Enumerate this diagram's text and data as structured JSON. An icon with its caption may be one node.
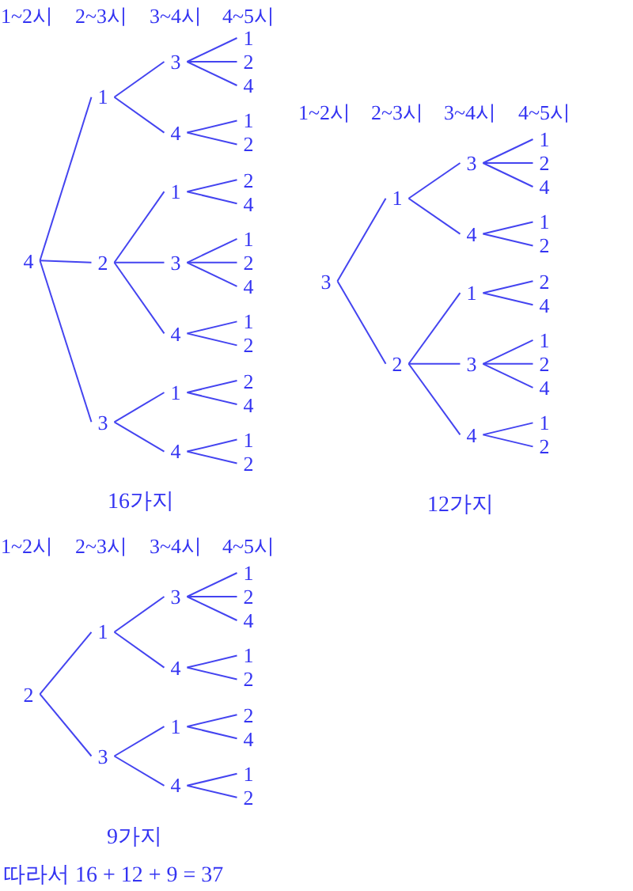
{
  "diagram": {
    "nodes": [
      {
        "text": [
          "4"
        ]
      },
      {
        "text": [
          "1"
        ]
      },
      {
        "text": [
          "3"
        ]
      },
      {
        "text": [
          "1"
        ]
      },
      {
        "text": [
          "2"
        ]
      },
      {
        "text": [
          "4"
        ]
      },
      {
        "text": [
          "4"
        ]
      },
      {
        "text": [
          "1"
        ]
      },
      {
        "text": [
          "2"
        ]
      },
      {
        "text": [
          "2"
        ]
      },
      {
        "text": [
          "1"
        ]
      },
      {
        "text": [
          "2"
        ]
      },
      {
        "text": [
          "4"
        ]
      },
      {
        "text": [
          "3"
        ]
      },
      {
        "text": [
          "1"
        ]
      },
      {
        "text": [
          "2"
        ]
      },
      {
        "text": [
          "4"
        ]
      },
      {
        "text": [
          "4"
        ]
      },
      {
        "text": [
          "1"
        ]
      },
      {
        "text": [
          "2"
        ]
      },
      {
        "text": [
          "3"
        ]
      },
      {
        "text": [
          "1"
        ]
      },
      {
        "text": [
          "2"
        ]
      },
      {
        "text": [
          "4"
        ]
      },
      {
        "text": [
          "4"
        ]
      },
      {
        "text": [
          "1"
        ]
      },
      {
        "text": [
          "2"
        ]
      },
      {
        "text": [
          "3"
        ]
      },
      {
        "text": [
          "1"
        ]
      },
      {
        "text": [
          "3"
        ]
      },
      {
        "text": [
          "1"
        ]
      },
      {
        "text": [
          "2"
        ]
      },
      {
        "text": [
          "4"
        ]
      },
      {
        "text": [
          "4"
        ]
      },
      {
        "text": [
          "1"
        ]
      },
      {
        "text": [
          "2"
        ]
      },
      {
        "text": [
          "2"
        ]
      },
      {
        "text": [
          "1"
        ]
      },
      {
        "text": [
          "2"
        ]
      },
      {
        "text": [
          "4"
        ]
      },
      {
        "text": [
          "3"
        ]
      },
      {
        "text": [
          "1"
        ]
      },
      {
        "text": [
          "2"
        ]
      },
      {
        "text": [
          "4"
        ]
      },
      {
        "text": [
          "4"
        ]
      },
      {
        "text": [
          "1"
        ]
      },
      {
        "text": [
          "2"
        ]
      },
      {
        "text": [
          "2"
        ]
      },
      {
        "text": [
          "1"
        ]
      },
      {
        "text": [
          "3"
        ]
      },
      {
        "text": [
          "1"
        ]
      },
      {
        "text": [
          "2"
        ]
      },
      {
        "text": [
          "4"
        ]
      },
      {
        "text": [
          "4"
        ]
      },
      {
        "text": [
          "1"
        ]
      },
      {
        "text": [
          "2"
        ]
      },
      {
        "text": [
          "3"
        ]
      },
      {
        "text": [
          "1"
        ]
      },
      {
        "text": [
          "2"
        ]
      },
      {
        "text": [
          "4"
        ]
      },
      {
        "text": [
          "4"
        ]
      },
      {
        "text": [
          "1"
        ]
      },
      {
        "text": [
          "2"
        ]
      }
    ],
    "edges": [
      {
        "from": 0,
        "to": 1,
        "arrow": "none"
      },
      {
        "from": 1,
        "to": 2,
        "arrow": "none"
      },
      {
        "from": 2,
        "to": 3,
        "arrow": "none"
      },
      {
        "from": 2,
        "to": 4,
        "arrow": "none"
      },
      {
        "from": 2,
        "to": 5,
        "arrow": "none"
      },
      {
        "from": 1,
        "to": 6,
        "arrow": "none"
      },
      {
        "from": 6,
        "to": 7,
        "arrow": "none"
      },
      {
        "from": 6,
        "to": 8,
        "arrow": "none"
      },
      {
        "from": 0,
        "to": 9,
        "arrow": "none"
      },
      {
        "from": 9,
        "to": 10,
        "arrow": "none"
      },
      {
        "from": 10,
        "to": 11,
        "arrow": "none"
      },
      {
        "from": 10,
        "to": 12,
        "arrow": "none"
      },
      {
        "from": 9,
        "to": 13,
        "arrow": "none"
      },
      {
        "from": 13,
        "to": 14,
        "arrow": "none"
      },
      {
        "from": 13,
        "to": 15,
        "arrow": "none"
      },
      {
        "from": 13,
        "to": 16,
        "arrow": "none"
      },
      {
        "from": 9,
        "to": 17,
        "arrow": "none"
      },
      {
        "from": 17,
        "to": 18,
        "arrow": "none"
      },
      {
        "from": 17,
        "to": 19,
        "arrow": "none"
      },
      {
        "from": 0,
        "to": 20,
        "arrow": "none"
      },
      {
        "from": 20,
        "to": 21,
        "arrow": "none"
      },
      {
        "from": 21,
        "to": 22,
        "arrow": "none"
      },
      {
        "from": 21,
        "to": 23,
        "arrow": "none"
      },
      {
        "from": 20,
        "to": 24,
        "arrow": "none"
      },
      {
        "from": 24,
        "to": 25,
        "arrow": "none"
      },
      {
        "from": 24,
        "to": 26,
        "arrow": "none"
      },
      {
        "from": 27,
        "to": 28,
        "arrow": "none"
      },
      {
        "from": 28,
        "to": 29,
        "arrow": "none"
      },
      {
        "from": 29,
        "to": 30,
        "arrow": "none"
      },
      {
        "from": 29,
        "to": 31,
        "arrow": "none"
      },
      {
        "from": 29,
        "to": 32,
        "arrow": "none"
      },
      {
        "from": 28,
        "to": 33,
        "arrow": "none"
      },
      {
        "from": 33,
        "to": 34,
        "arrow": "none"
      },
      {
        "from": 33,
        "to": 35,
        "arrow": "none"
      },
      {
        "from": 27,
        "to": 36,
        "arrow": "none"
      },
      {
        "from": 36,
        "to": 37,
        "arrow": "none"
      },
      {
        "from": 37,
        "to": 38,
        "arrow": "none"
      },
      {
        "from": 37,
        "to": 39,
        "arrow": "none"
      },
      {
        "from": 36,
        "to": 40,
        "arrow": "none"
      },
      {
        "from": 40,
        "to": 41,
        "arrow": "none"
      },
      {
        "from": 40,
        "to": 42,
        "arrow": "none"
      },
      {
        "from": 40,
        "to": 43,
        "arrow": "none"
      },
      {
        "from": 36,
        "to": 44,
        "arrow": "none"
      },
      {
        "from": 44,
        "to": 45,
        "arrow": "none"
      },
      {
        "from": 44,
        "to": 46,
        "arrow": "none"
      },
      {
        "from": 47,
        "to": 48,
        "arrow": "none"
      },
      {
        "from": 48,
        "to": 49,
        "arrow": "none"
      },
      {
        "from": 49,
        "to": 50,
        "arrow": "none"
      },
      {
        "from": 49,
        "to": 51,
        "arrow": "none"
      },
      {
        "from": 49,
        "to": 52,
        "arrow": "none"
      },
      {
        "from": 48,
        "to": 53,
        "arrow": "none"
      },
      {
        "from": 53,
        "to": 54,
        "arrow": "none"
      },
      {
        "from": 53,
        "to": 55,
        "arrow": "none"
      },
      {
        "from": 47,
        "to": 56,
        "arrow": "none"
      },
      {
        "from": 56,
        "to": 57,
        "arrow": "none"
      },
      {
        "from": 57,
        "to": 58,
        "arrow": "none"
      },
      {
        "from": 57,
        "to": 59,
        "arrow": "none"
      },
      {
        "from": 56,
        "to": 60,
        "arrow": "none"
      },
      {
        "from": 60,
        "to": 61,
        "arrow": "none"
      },
      {
        "from": 60,
        "to": 62,
        "arrow": "none"
      }
    ],
    "labels": [
      "1~2시",
      "2~3시",
      "3~4시",
      "4~5시",
      "1~2시",
      "2~3시",
      "3~4시",
      "4~5시",
      "16가지",
      "12가지",
      "1~2시",
      "2~3시",
      "3~4시",
      "4~5시",
      "9가지",
      "따라서 16 + 12 + 9 = 37"
    ]
  }
}
